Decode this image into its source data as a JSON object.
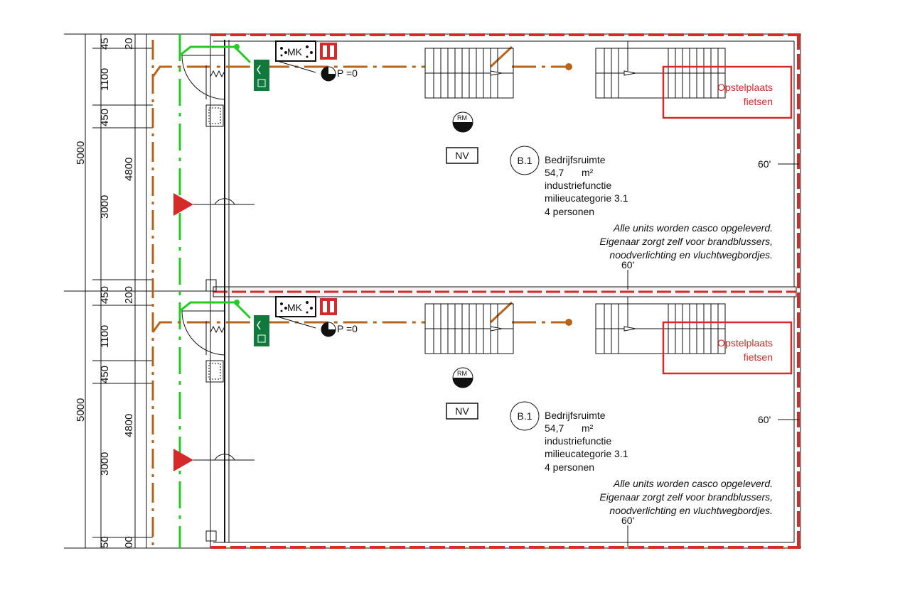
{
  "dimensions": {
    "outer": [
      "5000",
      "5000"
    ],
    "inner_top": [
      "4800",
      "4800"
    ],
    "segments_top": [
      "45",
      "1100",
      "450",
      "3000",
      "450"
    ],
    "segments_bottom": [
      "1100",
      "450",
      "3000",
      "50"
    ],
    "small_top": [
      "20",
      "200"
    ],
    "small_bottom": [
      "00"
    ]
  },
  "units": [
    {
      "room_id": "B.1",
      "name": "Bedrijfsruimte",
      "area_value": "54,7",
      "area_unit": "m²",
      "function": "industriefunctie",
      "category": "milieucategorie 3.1",
      "persons": "4 personen",
      "note": [
        "Alle units worden casco opgeleverd.",
        "Eigenaar zorgt zelf voor brandblussers,",
        "noodverlichting en vluchtwegbordjes."
      ],
      "bike_label": [
        "Opstelplaats",
        "fietsen"
      ],
      "nv": "NV",
      "rm": "RM",
      "mk": "MK",
      "pressure": "P =0",
      "fire_rating_right": "60'",
      "fire_rating_bottom": "60'"
    },
    {
      "room_id": "B.1",
      "name": "Bedrijfsruimte",
      "area_value": "54,7",
      "area_unit": "m²",
      "function": "industriefunctie",
      "category": "milieucategorie 3.1",
      "persons": "4 personen",
      "note": [
        "Alle units worden casco opgeleverd.",
        "Eigenaar zorgt zelf voor brandblussers,",
        "noodverlichting en vluchtwegbordjes."
      ],
      "bike_label": [
        "Opstelplaats",
        "fietsen"
      ],
      "nv": "NV",
      "rm": "RM",
      "mk": "MK",
      "pressure": "P =0",
      "fire_rating_right": "60'",
      "fire_rating_bottom": "60'"
    }
  ],
  "colors": {
    "fire_wall": "#d42a2a",
    "escape_route": "#b8651b",
    "green_route": "#22cc22",
    "exit_sign": "#0f7a3c"
  }
}
